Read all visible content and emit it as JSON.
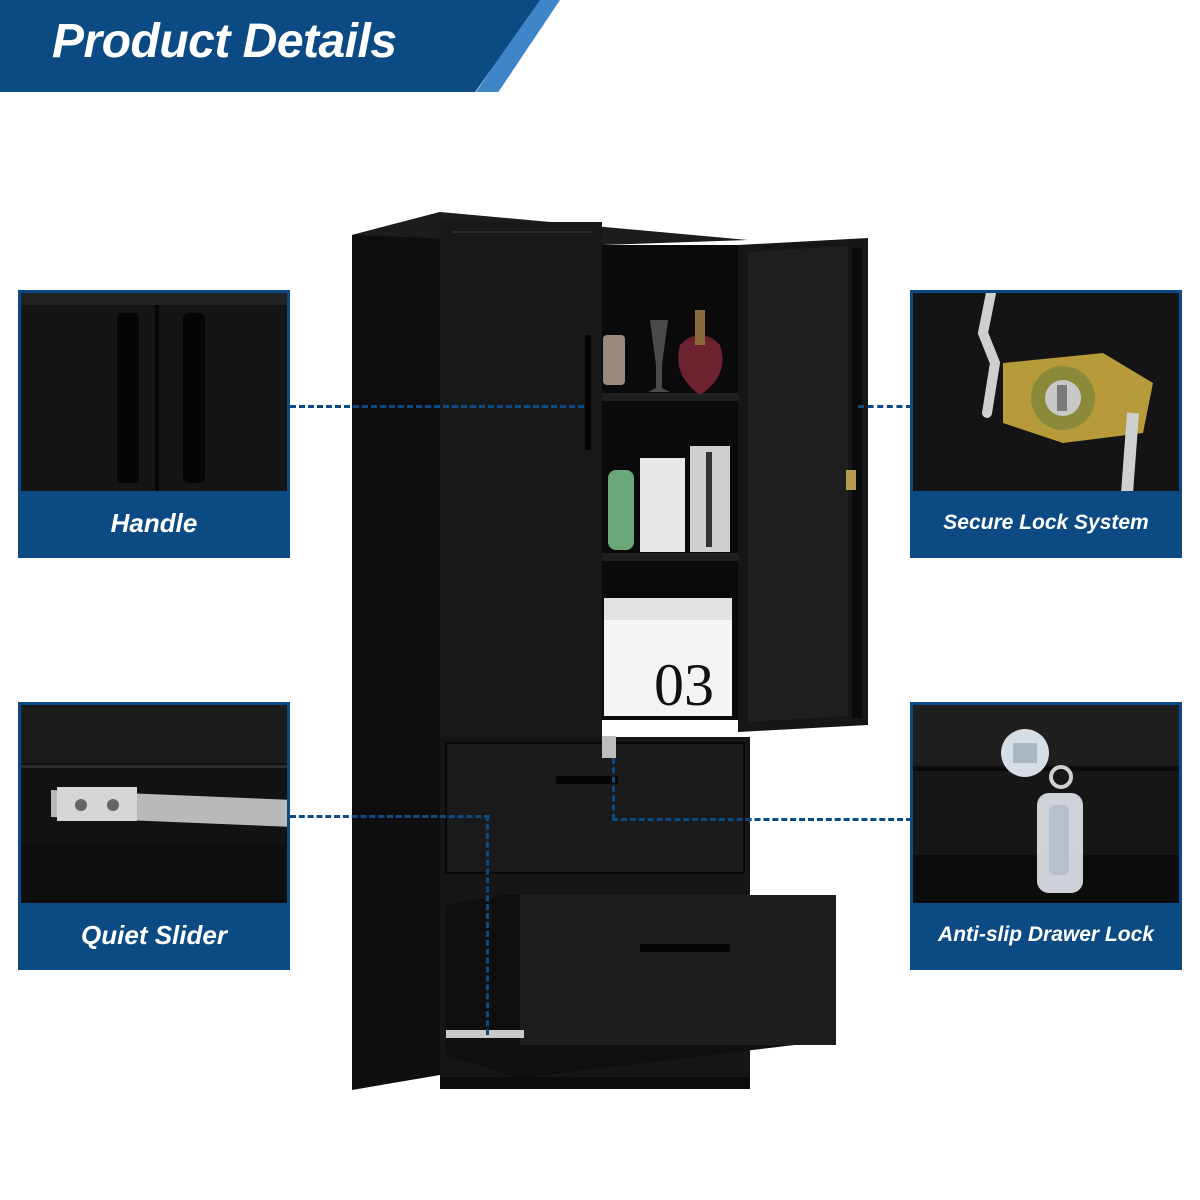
{
  "header": {
    "title": "Product Details"
  },
  "features": {
    "handle": {
      "label": "Handle"
    },
    "lock": {
      "label": "Secure Lock System"
    },
    "slider": {
      "label": "Quiet Slider"
    },
    "drawer_lock": {
      "label": "Anti-slip Drawer Lock"
    }
  },
  "cabinet": {
    "box_number": "03"
  },
  "colors": {
    "brand": "#0b4a82",
    "accent": "#3f86c8",
    "cabinet": "#141414"
  }
}
